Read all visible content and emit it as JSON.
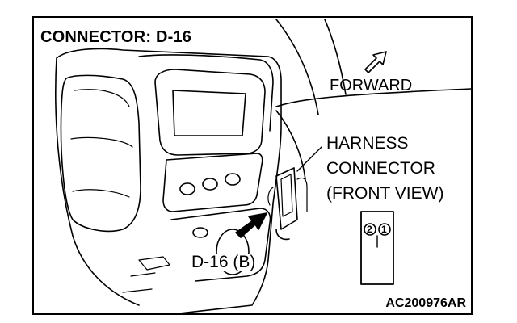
{
  "diagram": {
    "title": "CONNECTOR: D-16",
    "direction_label": "FORWARD",
    "harness_label_lines": [
      "HARNESS",
      "CONNECTOR",
      "(FRONT VIEW)"
    ],
    "connector_callout": "D-16 (B)",
    "pin_labels": [
      "2",
      "1"
    ],
    "figure_code": "AC200976AR"
  }
}
